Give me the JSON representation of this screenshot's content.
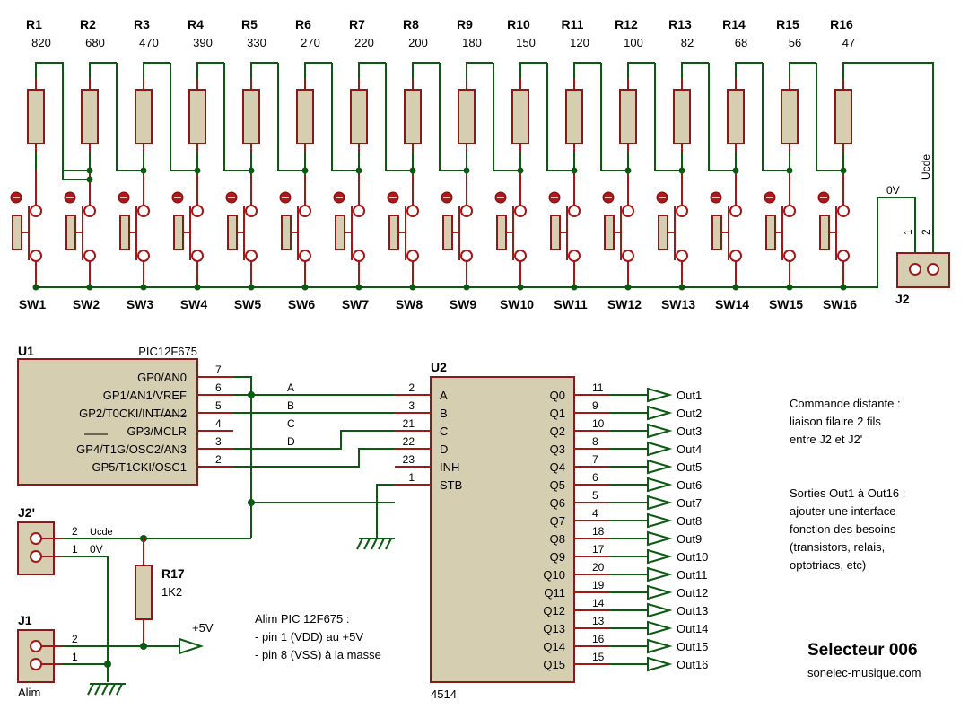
{
  "resistors": [
    {
      "ref": "R1",
      "value": "820"
    },
    {
      "ref": "R2",
      "value": "680"
    },
    {
      "ref": "R3",
      "value": "470"
    },
    {
      "ref": "R4",
      "value": "390"
    },
    {
      "ref": "R5",
      "value": "330"
    },
    {
      "ref": "R6",
      "value": "270"
    },
    {
      "ref": "R7",
      "value": "220"
    },
    {
      "ref": "R8",
      "value": "200"
    },
    {
      "ref": "R9",
      "value": "180"
    },
    {
      "ref": "R10",
      "value": "150"
    },
    {
      "ref": "R11",
      "value": "120"
    },
    {
      "ref": "R12",
      "value": "100"
    },
    {
      "ref": "R13",
      "value": "82"
    },
    {
      "ref": "R14",
      "value": "68"
    },
    {
      "ref": "R15",
      "value": "56"
    },
    {
      "ref": "R16",
      "value": "47"
    }
  ],
  "switches": [
    "SW1",
    "SW2",
    "SW3",
    "SW4",
    "SW5",
    "SW6",
    "SW7",
    "SW8",
    "SW9",
    "SW10",
    "SW11",
    "SW12",
    "SW13",
    "SW14",
    "SW15",
    "SW16"
  ],
  "j2": {
    "ref": "J2",
    "pin1": "1",
    "pin2": "2",
    "net_0v": "0V",
    "net_ucde": "Ucde"
  },
  "u1": {
    "ref": "U1",
    "part": "PIC12F675",
    "pins": [
      {
        "name": "GP0/AN0",
        "num": "7"
      },
      {
        "name": "GP1/AN1/VREF",
        "num": "6"
      },
      {
        "name": "GP2/T0CKI/INT/AN2",
        "num": "5"
      },
      {
        "name": "GP3/MCLR",
        "num": "4"
      },
      {
        "name": "GP4/T1G/OSC2/AN3",
        "num": "3"
      },
      {
        "name": "GP5/T1CKI/OSC1",
        "num": "2"
      }
    ]
  },
  "u2": {
    "ref": "U2",
    "part": "4514",
    "left_pins": [
      {
        "name": "A",
        "num": "2",
        "net": "A"
      },
      {
        "name": "B",
        "num": "3",
        "net": "B"
      },
      {
        "name": "C",
        "num": "21",
        "net": "C"
      },
      {
        "name": "D",
        "num": "22",
        "net": "D"
      },
      {
        "name": "INH",
        "num": "23",
        "net": ""
      },
      {
        "name": "STB",
        "num": "1",
        "net": ""
      }
    ],
    "outputs": [
      {
        "q": "Q0",
        "num": "11",
        "out": "Out1"
      },
      {
        "q": "Q1",
        "num": "9",
        "out": "Out2"
      },
      {
        "q": "Q2",
        "num": "10",
        "out": "Out3"
      },
      {
        "q": "Q3",
        "num": "8",
        "out": "Out4"
      },
      {
        "q": "Q4",
        "num": "7",
        "out": "Out5"
      },
      {
        "q": "Q5",
        "num": "6",
        "out": "Out6"
      },
      {
        "q": "Q6",
        "num": "5",
        "out": "Out7"
      },
      {
        "q": "Q7",
        "num": "4",
        "out": "Out8"
      },
      {
        "q": "Q8",
        "num": "18",
        "out": "Out9"
      },
      {
        "q": "Q9",
        "num": "17",
        "out": "Out10"
      },
      {
        "q": "Q10",
        "num": "20",
        "out": "Out11"
      },
      {
        "q": "Q11",
        "num": "19",
        "out": "Out12"
      },
      {
        "q": "Q12",
        "num": "14",
        "out": "Out13"
      },
      {
        "q": "Q13",
        "num": "13",
        "out": "Out14"
      },
      {
        "q": "Q14",
        "num": "16",
        "out": "Out15"
      },
      {
        "q": "Q15",
        "num": "15",
        "out": "Out16"
      }
    ]
  },
  "j2p": {
    "ref": "J2'",
    "pin2": "2",
    "pin1": "1",
    "net_ucde": "Ucde",
    "net_0v": "0V"
  },
  "r17": {
    "ref": "R17",
    "value": "1K2"
  },
  "j1": {
    "ref": "J1",
    "pin2": "2",
    "pin1": "1",
    "label": "Alim"
  },
  "power": {
    "vcc": "+5V"
  },
  "alim_note": [
    "Alim PIC 12F675 :",
    "- pin 1 (VDD) au +5V",
    "- pin 8 (VSS) à la masse"
  ],
  "note1": [
    "Commande distante :",
    "liaison filaire 2 fils",
    "entre J2 et J2'"
  ],
  "note2": [
    "Sorties Out1 à Out16 :",
    "ajouter une interface",
    "fonction des besoins",
    "(transistors, relais,",
    "optotriacs, etc)"
  ],
  "footer": {
    "title": "Selecteur 006",
    "site": "sonelec-musique.com"
  }
}
